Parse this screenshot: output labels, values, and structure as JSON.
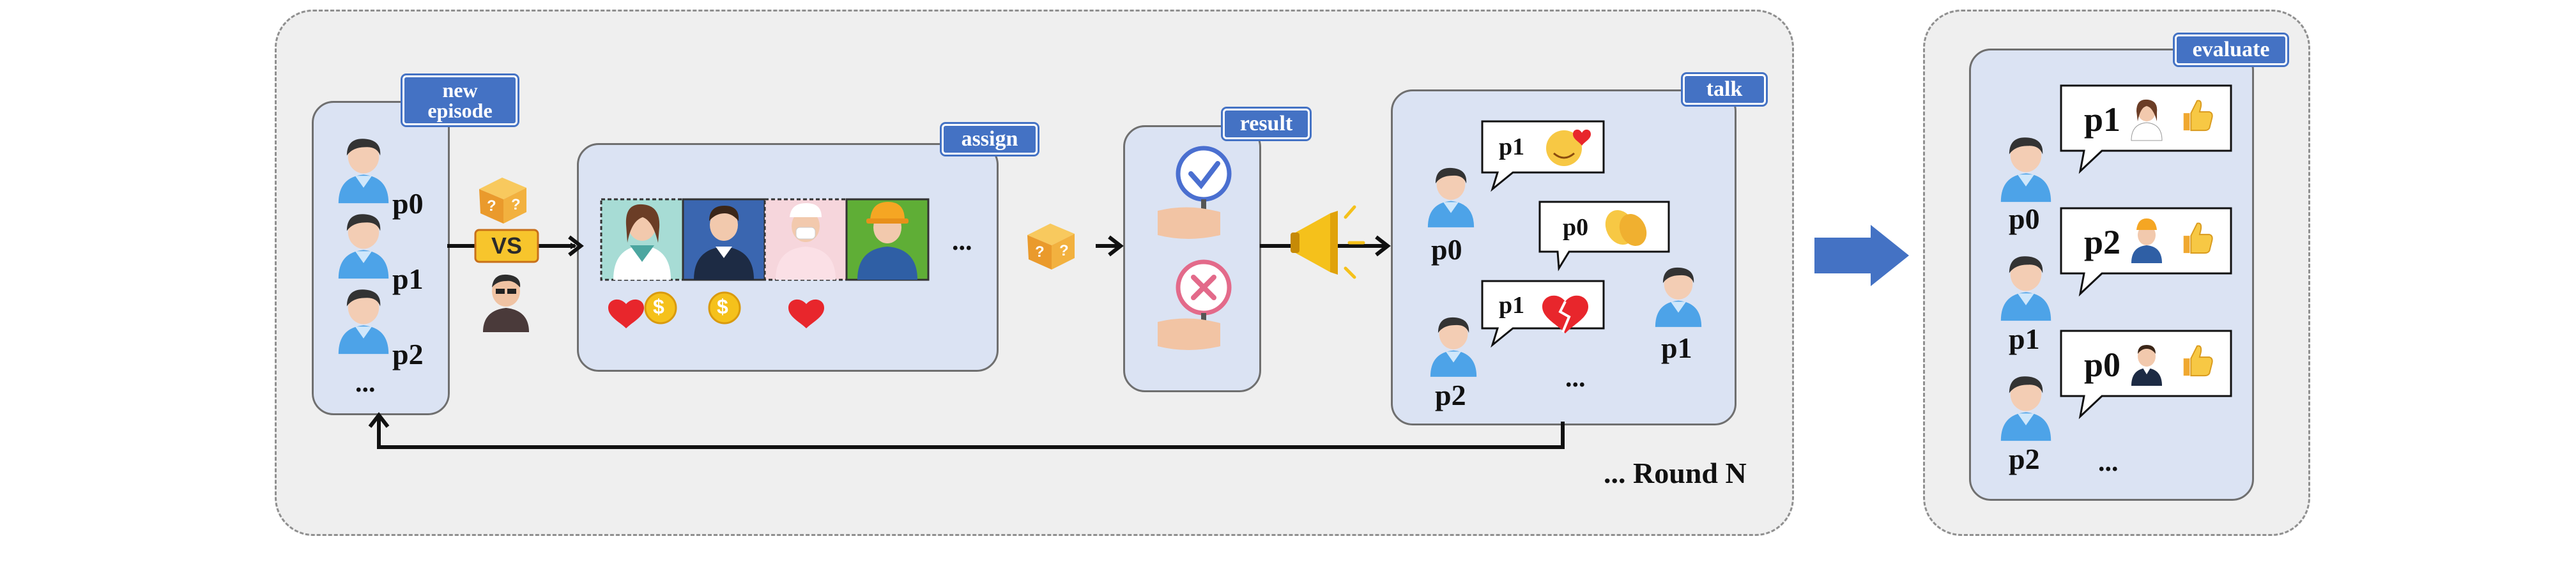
{
  "labels": {
    "new_episode": "new\nepisode",
    "assign": "assign",
    "result": "result",
    "talk": "talk",
    "evaluate": "evaluate",
    "round": "... Round N",
    "vs": "VS",
    "ellipsis": "..."
  },
  "players": [
    "p0",
    "p1",
    "p2"
  ],
  "roles": [
    "doctor-icon",
    "businessman-icon",
    "nurse-icon",
    "worker-icon"
  ],
  "talk_messages": [
    {
      "speaker": "p1",
      "reaction": "love-face-icon"
    },
    {
      "speaker": "p0",
      "reaction": "clap-icon"
    },
    {
      "speaker": "p1",
      "reaction": "broken-heart-icon"
    }
  ],
  "evaluations": [
    {
      "player": "p1",
      "role": "doctor-icon",
      "verdict": "thumbs-up-icon"
    },
    {
      "player": "p2",
      "role": "worker-icon",
      "verdict": "thumbs-up-icon"
    },
    {
      "player": "p0",
      "role": "businessman-icon",
      "verdict": "thumbs-up-icon"
    }
  ],
  "colors": {
    "accent": "#4472c4",
    "panel": "#dbe3f3",
    "background": "#efefef",
    "person": "#4da3e8",
    "heart": "#e8262c",
    "coin": "#f5c11b"
  }
}
